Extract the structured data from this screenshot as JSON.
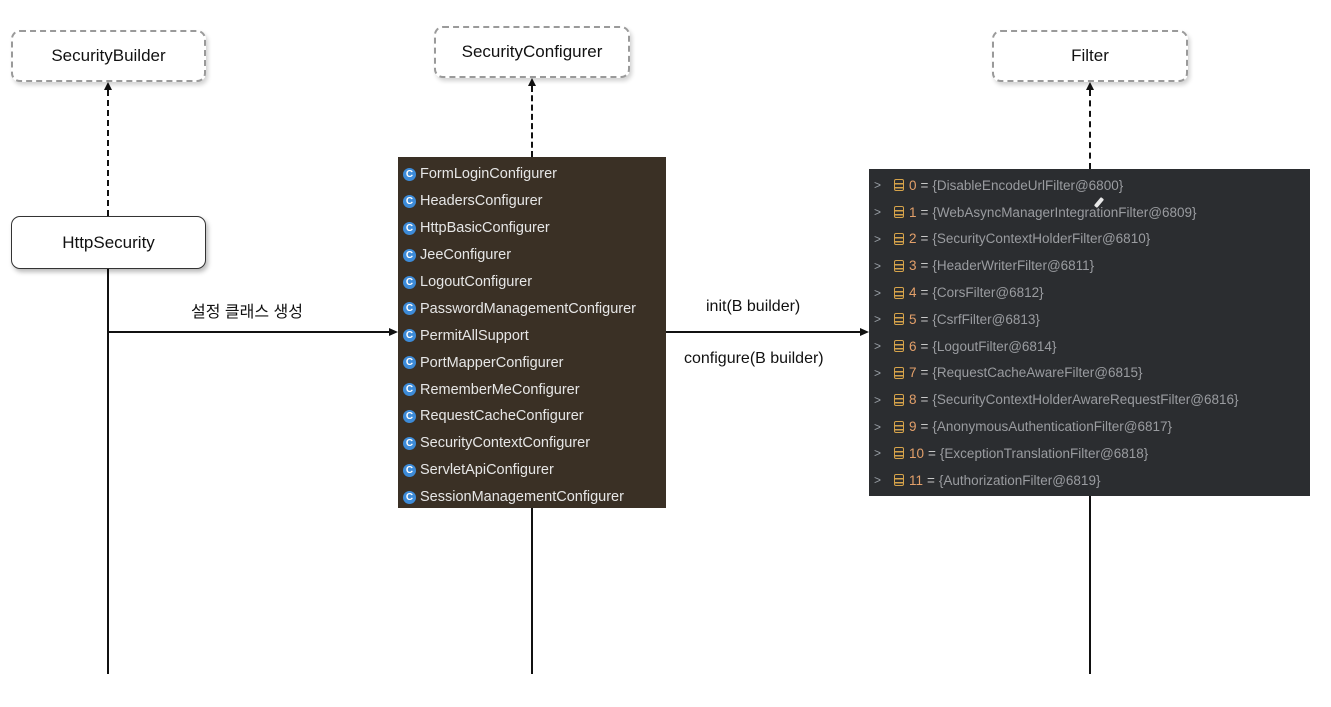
{
  "boxes": {
    "security_builder": "SecurityBuilder",
    "security_configurer": "SecurityConfigurer",
    "filter": "Filter",
    "http_security": "HttpSecurity"
  },
  "arrows": {
    "create_config_classes": "설정 클래스 생성",
    "init": "init(B builder)",
    "configure": "configure(B builder)"
  },
  "configurers": [
    "FormLoginConfigurer",
    "HeadersConfigurer",
    "HttpBasicConfigurer",
    "JeeConfigurer",
    "LogoutConfigurer",
    "PasswordManagementConfigurer",
    "PermitAllSupport",
    "PortMapperConfigurer",
    "RememberMeConfigurer",
    "RequestCacheConfigurer",
    "SecurityContextConfigurer",
    "ServletApiConfigurer",
    "SessionManagementConfigurer"
  ],
  "class_icon_glyph": "C",
  "filters": [
    {
      "index": "0",
      "value": "{DisableEncodeUrlFilter@6800}"
    },
    {
      "index": "1",
      "value": "{WebAsyncManagerIntegrationFilter@6809}"
    },
    {
      "index": "2",
      "value": "{SecurityContextHolderFilter@6810}"
    },
    {
      "index": "3",
      "value": "{HeaderWriterFilter@6811}"
    },
    {
      "index": "4",
      "value": "{CorsFilter@6812}"
    },
    {
      "index": "5",
      "value": "{CsrfFilter@6813}"
    },
    {
      "index": "6",
      "value": "{LogoutFilter@6814}"
    },
    {
      "index": "7",
      "value": "{RequestCacheAwareFilter@6815}"
    },
    {
      "index": "8",
      "value": "{SecurityContextHolderAwareRequestFilter@6816}"
    },
    {
      "index": "9",
      "value": "{AnonymousAuthenticationFilter@6817}"
    },
    {
      "index": "10",
      "value": "{ExceptionTranslationFilter@6818}"
    },
    {
      "index": "11",
      "value": "{AuthorizationFilter@6819}"
    }
  ],
  "colors": {
    "configurer_panel_bg": "#3a3025",
    "filter_panel_bg": "#2b2d30",
    "class_icon": "#3d8bd8",
    "filter_index": "#e3a06a"
  }
}
